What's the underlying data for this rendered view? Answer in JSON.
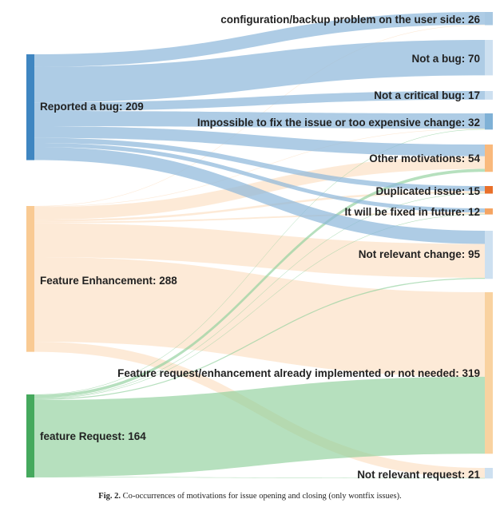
{
  "chart_data": {
    "type": "sankey",
    "sources": [
      {
        "id": "bug",
        "label": "Reported a bug: 209",
        "value": 209,
        "color": "#3f86c1"
      },
      {
        "id": "enh",
        "label": "Feature Enhancement: 288",
        "value": 288,
        "color": "#f9ca93"
      },
      {
        "id": "req",
        "label": "feature Request: 164",
        "value": 164,
        "color": "#45a95d"
      }
    ],
    "targets": [
      {
        "id": "cfg",
        "label": "configuration/backup problem on the user side: 26",
        "value": 26,
        "color": "#a8c8e2"
      },
      {
        "id": "nab",
        "label": "Not a bug: 70",
        "value": 70,
        "color": "#cde0f0"
      },
      {
        "id": "ncb",
        "label": "Not a critical bug: 17",
        "value": 17,
        "color": "#cde0f0"
      },
      {
        "id": "imp",
        "label": "Impossible to fix the issue or too expensive change: 32",
        "value": 32,
        "color": "#7fb1d6"
      },
      {
        "id": "oth",
        "label": "Other motivations: 54",
        "value": 54,
        "color": "#f9b97c"
      },
      {
        "id": "dup",
        "label": "Duplicated issue: 15",
        "value": 15,
        "color": "#e9702a"
      },
      {
        "id": "fut",
        "label": "It will be fixed in future: 12",
        "value": 12,
        "color": "#f5a462"
      },
      {
        "id": "nrc",
        "label": "Not relevant change: 95",
        "value": 95,
        "color": "#cde0f0"
      },
      {
        "id": "fre",
        "label": "Feature request/enhancement already implemented or not needed: 319",
        "value": 319,
        "color": "#f9d2a0"
      },
      {
        "id": "nrr",
        "label": "Not relevant request: 21",
        "value": 21,
        "color": "#cde0f0"
      }
    ],
    "links": [
      {
        "source": "bug",
        "target": "cfg",
        "value": 25
      },
      {
        "source": "bug",
        "target": "nab",
        "value": 70
      },
      {
        "source": "bug",
        "target": "ncb",
        "value": 17
      },
      {
        "source": "bug",
        "target": "imp",
        "value": 30
      },
      {
        "source": "bug",
        "target": "oth",
        "value": 23
      },
      {
        "source": "bug",
        "target": "dup",
        "value": 10
      },
      {
        "source": "bug",
        "target": "fut",
        "value": 8
      },
      {
        "source": "bug",
        "target": "nrc",
        "value": 26
      },
      {
        "source": "enh",
        "target": "cfg",
        "value": 1
      },
      {
        "source": "enh",
        "target": "imp",
        "value": 1
      },
      {
        "source": "enh",
        "target": "oth",
        "value": 25
      },
      {
        "source": "enh",
        "target": "dup",
        "value": 4
      },
      {
        "source": "enh",
        "target": "fut",
        "value": 3
      },
      {
        "source": "enh",
        "target": "nrc",
        "value": 67
      },
      {
        "source": "enh",
        "target": "fre",
        "value": 167
      },
      {
        "source": "enh",
        "target": "nrr",
        "value": 20
      },
      {
        "source": "req",
        "target": "imp",
        "value": 1
      },
      {
        "source": "req",
        "target": "oth",
        "value": 6
      },
      {
        "source": "req",
        "target": "dup",
        "value": 1
      },
      {
        "source": "req",
        "target": "fut",
        "value": 1
      },
      {
        "source": "req",
        "target": "nrc",
        "value": 2
      },
      {
        "source": "req",
        "target": "fre",
        "value": 152
      },
      {
        "source": "req",
        "target": "nrr",
        "value": 1
      }
    ]
  },
  "caption": {
    "figure_label": "Fig. 2.",
    "text": "Co-occurrences of motivations for issue opening and closing (only wontfix issues)."
  }
}
